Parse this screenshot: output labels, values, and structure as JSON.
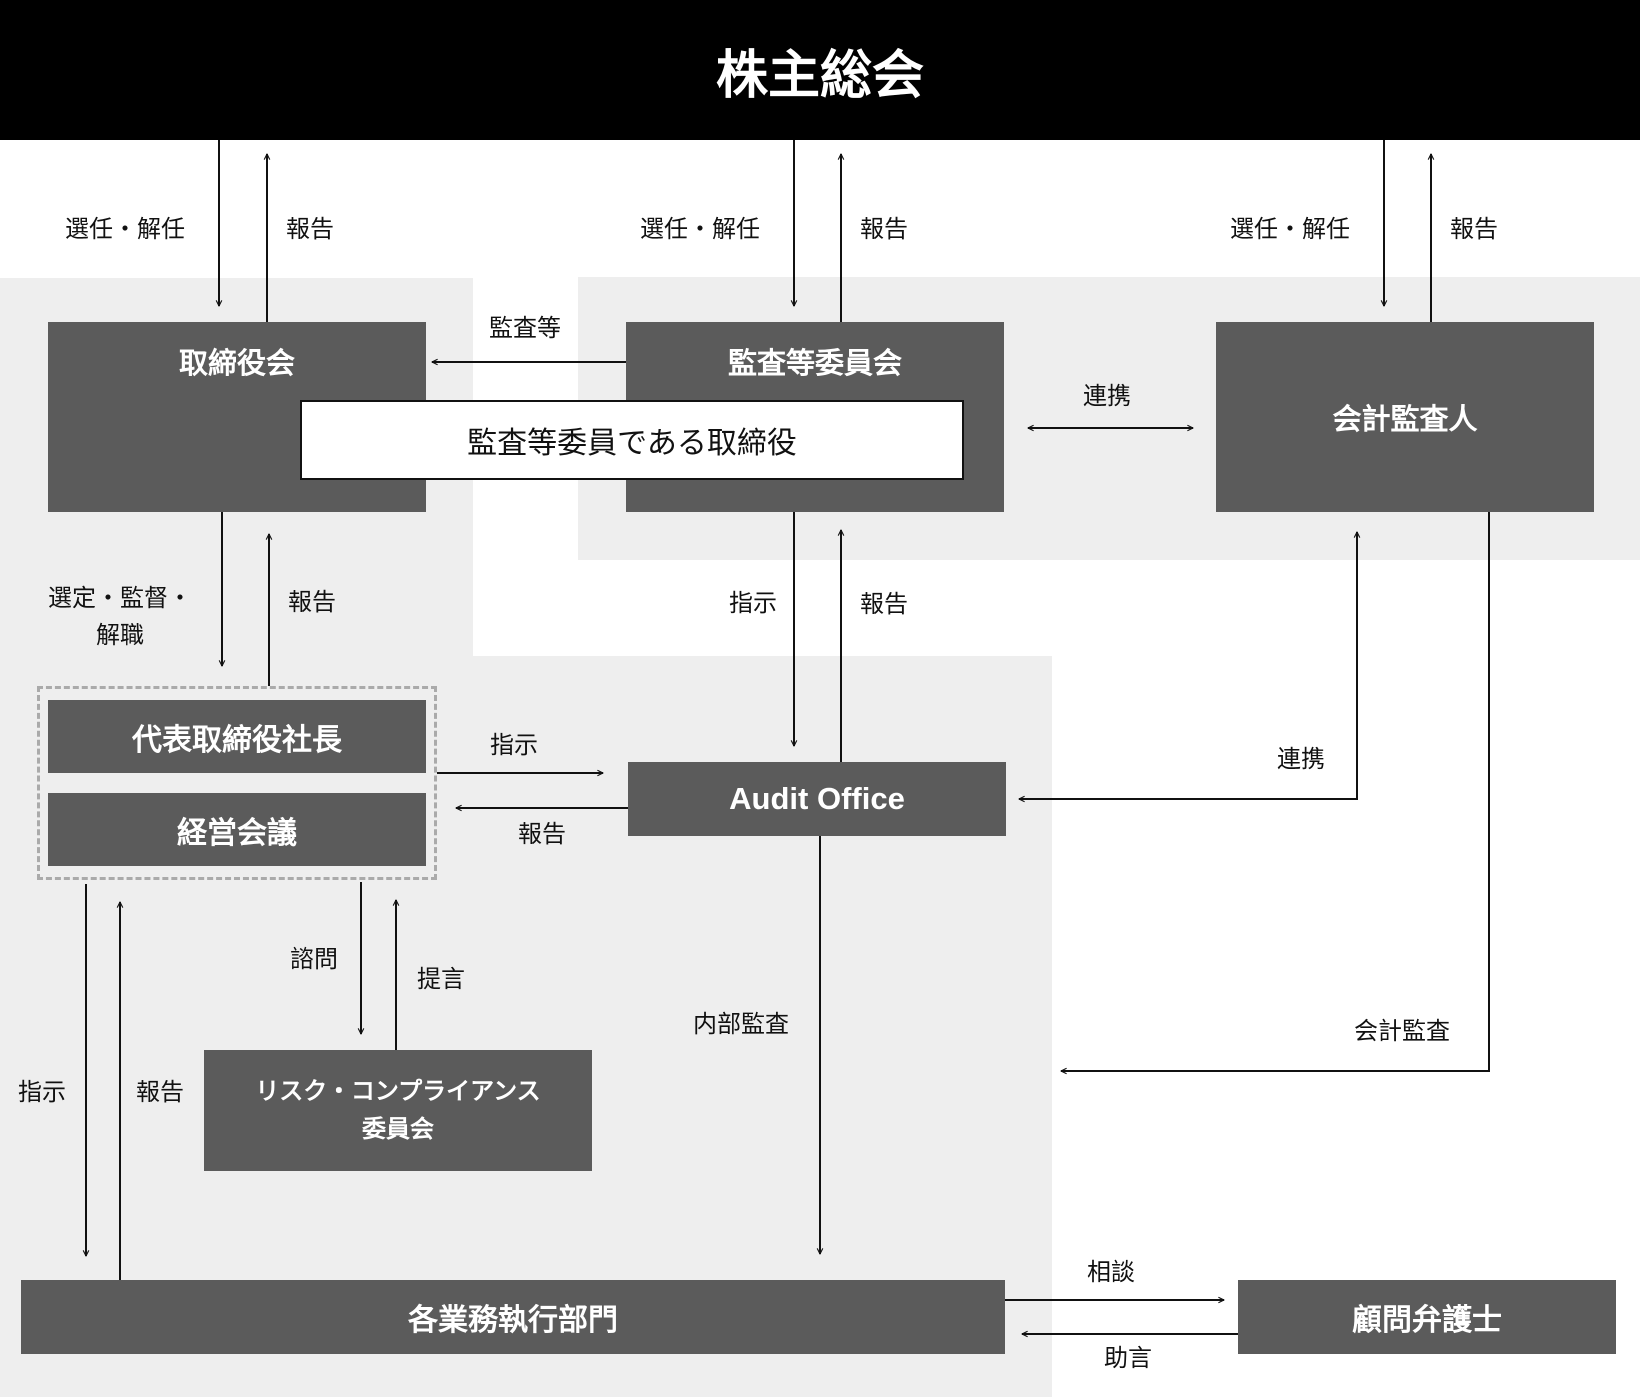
{
  "colors": {
    "header_bg": "#000000",
    "node_bg": "#5b5b5b",
    "zone_bg": "#eeeeee",
    "line": "#111111"
  },
  "nodes": {
    "shareholders_meeting": "株主総会",
    "board": "取締役会",
    "audit_committee": "監査等委員会",
    "accounting_auditor": "会計監査人",
    "audit_director": "監査等委員である取締役",
    "president": "代表取締役社長",
    "management_meeting": "経営会議",
    "audit_office": "Audit Office",
    "risk_committee_line1": "リスク・コンプライアンス",
    "risk_committee_line2": "委員会",
    "business_divisions": "各業務執行部門",
    "legal_counsel": "顧問弁護士"
  },
  "labels": {
    "elect_dismiss_1": "選任・解任",
    "report_1": "報告",
    "elect_dismiss_2": "選任・解任",
    "report_2": "報告",
    "elect_dismiss_3": "選任・解任",
    "report_3": "報告",
    "audit_etc": "監査等",
    "cooperation_1": "連携",
    "select_supervise_line1": "選定・監督・",
    "select_supervise_line2": "解職",
    "report_4": "報告",
    "instruct_1": "指示",
    "report_5": "報告",
    "instruct_2": "指示",
    "report_6": "報告",
    "cooperation_2": "連携",
    "inquiry": "諮問",
    "proposal": "提言",
    "internal_audit": "内部監査",
    "accounting_audit": "会計監査",
    "instruct_3": "指示",
    "report_7": "報告",
    "consult": "相談",
    "advice": "助言"
  }
}
